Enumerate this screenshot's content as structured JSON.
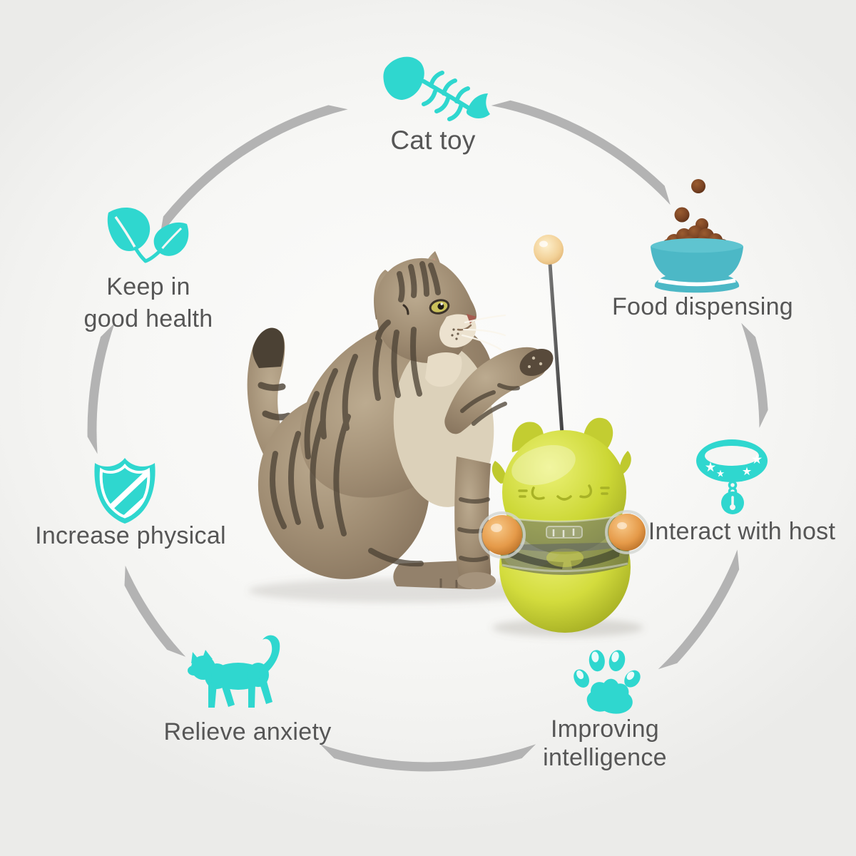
{
  "page": {
    "background": "#f5f5f3"
  },
  "palette": {
    "accent_teal": "#2fd7cf",
    "bowl_teal": "#4cb8c6",
    "arc_gray": "#b3b3b3",
    "label_gray": "#565656",
    "toy_yellow": "#ccd735",
    "ball_orange": "#e59a49",
    "kibble_brown": "#7a4323"
  },
  "features": {
    "cat_toy": {
      "label": "Cat toy",
      "icon": "fish-bone-icon"
    },
    "food_dispensing": {
      "label": "Food dispensing",
      "icon": "food-bowl-icon"
    },
    "interact_with_host": {
      "label": "Interact with host",
      "icon": "cat-collar-icon"
    },
    "improving_intelligence": {
      "line1": "Improving",
      "line2": "intelligence",
      "icon": "paw-print-icon"
    },
    "relieve_anxiety": {
      "label": "Relieve anxiety",
      "icon": "walking-cat-icon"
    },
    "increase_physical": {
      "label": "Increase physical",
      "icon": "shield-icon"
    },
    "keep_in_good_health": {
      "line1": "Keep in",
      "line2": "good health",
      "icon": "leaf-icon"
    }
  },
  "center_photo": {
    "subject": "Tabby cat raising a paw toward a yellow tumbler cat toy with a ball on a stick"
  }
}
